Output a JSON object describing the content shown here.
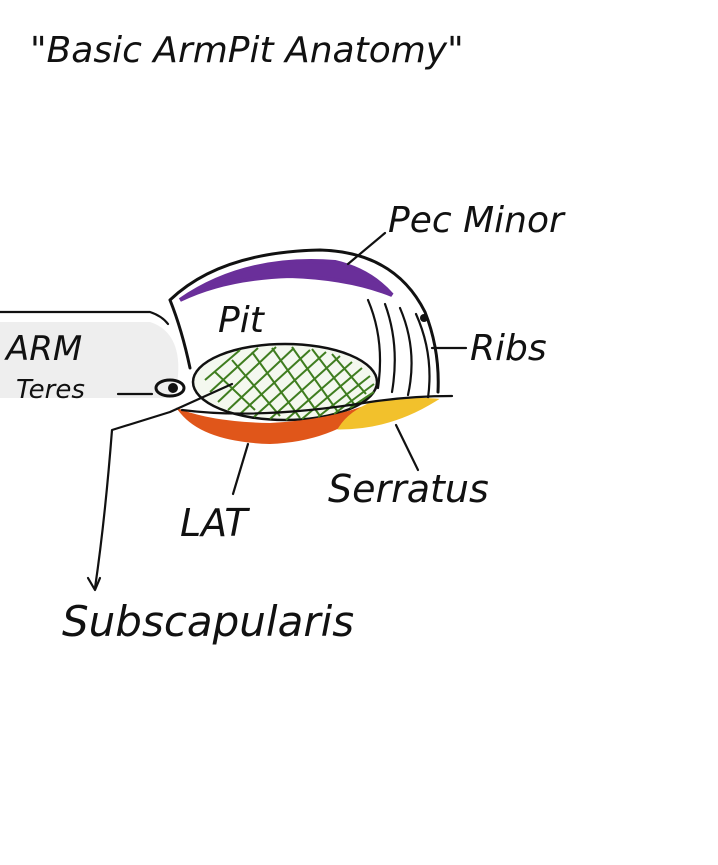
{
  "title": "\"Basic ArmPit Anatomy\"",
  "labels": {
    "pec_minor": "Pec Minor",
    "pit": "Pit",
    "arm": "ARM",
    "teres": "Teres",
    "ribs": "Ribs",
    "serratus": "Serratus",
    "lat": "LAT",
    "subscapularis": "Subscapularis"
  },
  "colors": {
    "ink": "#111111",
    "pec_minor": "#6a2f9a",
    "subscapularis": "#3f7d1f",
    "lat": "#e0561a",
    "serratus": "#f2c12c",
    "arm_fill": "#eeeeee"
  }
}
